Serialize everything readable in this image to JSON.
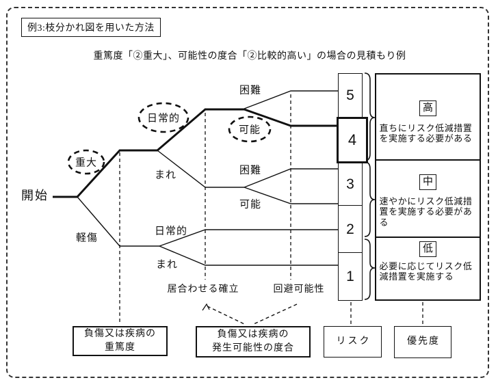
{
  "title": "例3:枝分かれ図を用いた方法",
  "subtitle": "重篤度「②重大」、可能性の度合「②比較的高い」の場合の見積もり例",
  "tree": {
    "start": "開始",
    "severity_serious": "重大",
    "severity_minor": "軽傷",
    "freq_daily_upper": "日常的",
    "freq_rare_upper": "まれ",
    "freq_daily_lower": "日常的",
    "freq_rare_lower": "まれ",
    "avoid_difficult_upper": "困難",
    "avoid_possible_upper": "可能",
    "avoid_difficult_mid": "困難",
    "avoid_possible_mid": "可能"
  },
  "axis": {
    "presence": "居合わせる確立",
    "avoidance": "回避可能性"
  },
  "risk": {
    "levels": [
      "5",
      "4",
      "3",
      "2",
      "1"
    ],
    "highlighted": "4",
    "label": "リスク"
  },
  "priority": {
    "label": "優先度",
    "sections": [
      {
        "grade": "高",
        "description": "直ちにリスク低減措置を実施する必要がある"
      },
      {
        "grade": "中",
        "description": "速やかにリスク低減措置を実施する必要がある"
      },
      {
        "grade": "低",
        "description": "必要に応じてリスク低減措置を実施する"
      }
    ]
  },
  "bottom": {
    "severity_line1": "負傷又は疾病の",
    "severity_line2": "重篤度",
    "probability_line1": "負傷又は疾病の",
    "probability_line2": "発生可能性の度合"
  },
  "colors": {
    "ink": "#111111",
    "background": "#ffffff"
  }
}
